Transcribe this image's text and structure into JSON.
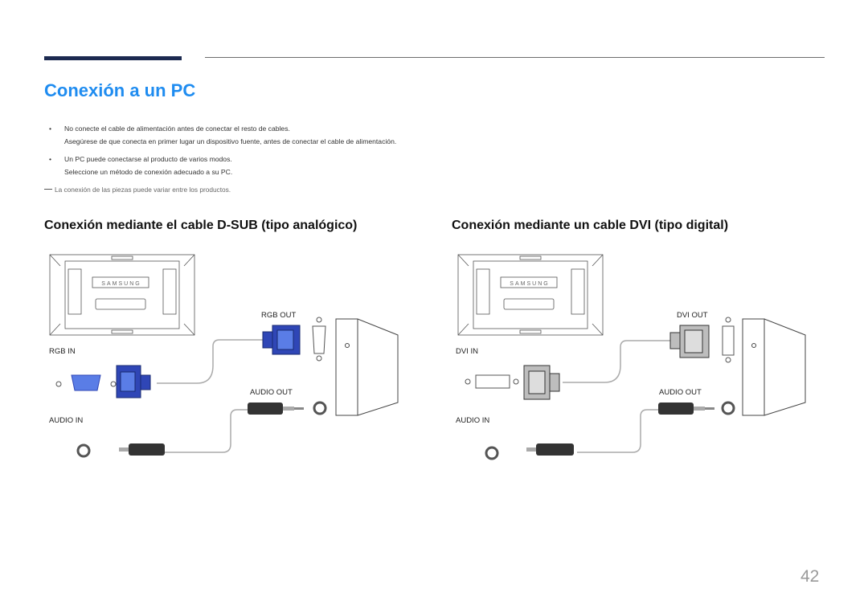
{
  "header": {
    "title": "Conexión a un PC"
  },
  "notes": [
    {
      "bullet": "•",
      "lines": [
        "No conecte el cable de alimentación antes de conectar el resto de cables.",
        "Asegúrese de que conecta en primer lugar un dispositivo fuente, antes de conectar el cable de alimentación."
      ]
    },
    {
      "bullet": "•",
      "lines": [
        "Un PC puede conectarse al producto de varios modos.",
        "Seleccione un método de conexión adecuado a su PC."
      ]
    }
  ],
  "footnote": "La conexión de las piezas puede variar entre los productos.",
  "sections": {
    "dsub": {
      "heading": "Conexión mediante el cable D-SUB (tipo analógico)",
      "labels": {
        "pc_out": "RGB OUT",
        "display_in": "RGB IN",
        "audio_out": "AUDIO OUT",
        "audio_in": "AUDIO IN"
      },
      "logo": "SAMSUNG",
      "connector_color": "#2f46b6"
    },
    "dvi": {
      "heading": "Conexión mediante un cable DVI (tipo digital)",
      "labels": {
        "pc_out": "DVI OUT",
        "display_in": "DVI IN",
        "audio_out": "AUDIO OUT",
        "audio_in": "AUDIO IN"
      },
      "logo": "SAMSUNG",
      "connector_color": "#bdbdbd"
    }
  },
  "page_number": "42"
}
